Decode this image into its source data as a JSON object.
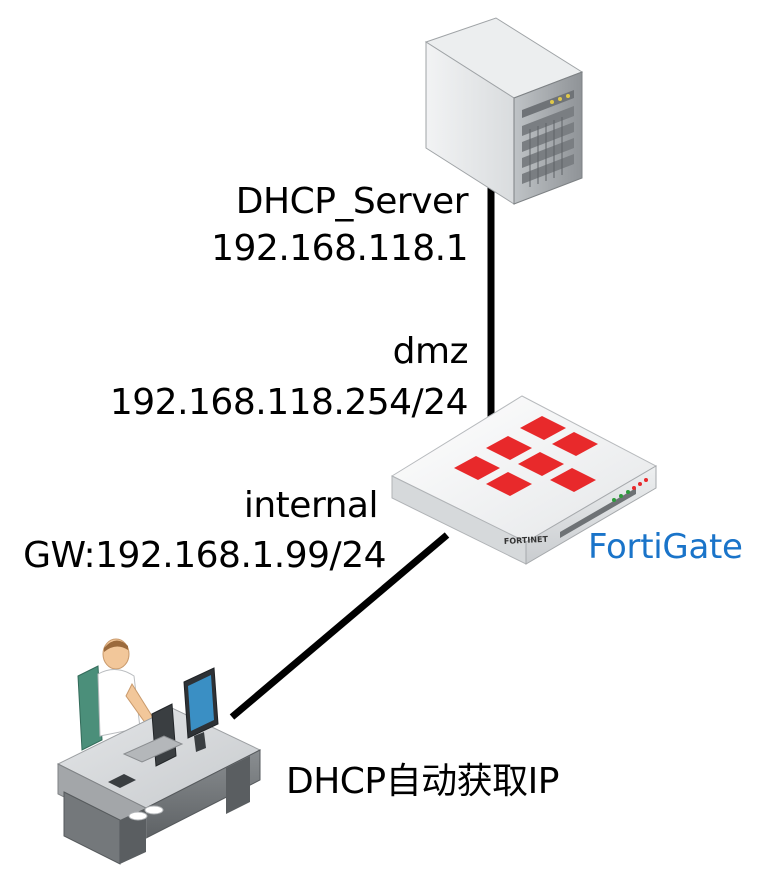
{
  "server": {
    "name": "DHCP_Server",
    "ip": "192.168.118.1"
  },
  "dmz_interface": {
    "name": "dmz",
    "ip": "192.168.118.254/24"
  },
  "internal_interface": {
    "name": "internal",
    "gateway": "GW:192.168.1.99/24"
  },
  "firewall": {
    "name": "FortiGate",
    "vendor_mark": "FORTINET",
    "color": "#1a74c9",
    "logo_color": "#e8292b"
  },
  "client": {
    "label": "DHCP自动获取IP"
  },
  "icons": {
    "server": "server-tower-icon",
    "firewall": "fortigate-appliance-icon",
    "client": "workstation-user-icon"
  }
}
